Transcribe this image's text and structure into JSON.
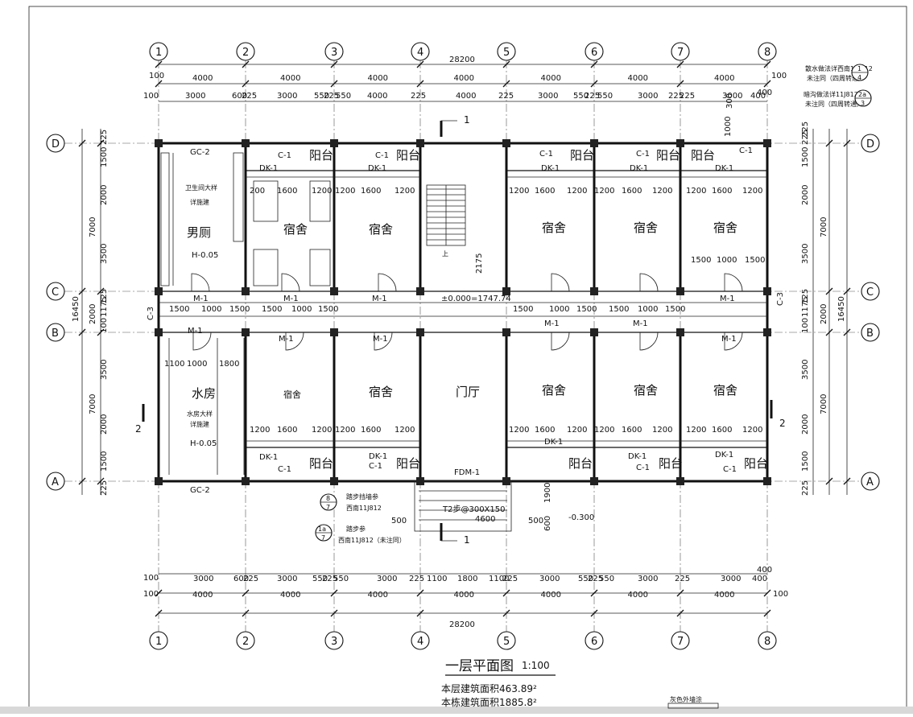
{
  "axes_numbers": [
    "1",
    "2",
    "3",
    "4",
    "5",
    "6",
    "7",
    "8"
  ],
  "axes_letters": [
    "A",
    "B",
    "C",
    "D"
  ],
  "dims": {
    "total": "28200",
    "top_axis": [
      "4000",
      "4000",
      "4000",
      "4000",
      "4000",
      "4000",
      "4000"
    ],
    "top_detail": [
      "3000",
      "600",
      "225",
      "3000",
      "550",
      "225",
      "550",
      "4000",
      "225",
      "4000",
      "225",
      "3000",
      "550",
      "225",
      "550",
      "3000",
      "225",
      "225",
      "3000",
      "400"
    ],
    "edge_100": "100",
    "edge_400": "400",
    "left": [
      "225",
      "1500",
      "2000",
      "3500",
      "125",
      "1175",
      "100",
      "3500",
      "2000",
      "1500",
      "225"
    ],
    "left_group": [
      "7000",
      "2000",
      "7000"
    ],
    "overall_depth": "16450",
    "window_row_top": [
      "200",
      "1600",
      "1200",
      "1200",
      "1600",
      "1200",
      "1200",
      "1600",
      "1200",
      "1200",
      "1600",
      "1200",
      "1200",
      "1600",
      "1200"
    ],
    "window_row_bot": [
      "1200",
      "1600",
      "1200",
      "1200",
      "1600",
      "1200",
      "1200",
      "1600",
      "1200",
      "1200",
      "1600",
      "1200",
      "1200",
      "1600",
      "1200"
    ],
    "corridor": [
      "1500",
      "1000",
      "1500",
      "1500",
      "1000",
      "1500",
      "1500",
      "1000",
      "1500",
      "1500",
      "1000",
      "1500"
    ],
    "room_inner": [
      "1500",
      "1000",
      "1500"
    ],
    "water_room": [
      "1100",
      "1000",
      "1800"
    ],
    "bottom_detail": [
      "3000",
      "600",
      "225",
      "3000",
      "550",
      "225",
      "550",
      "3000",
      "225",
      "1100",
      "1800",
      "1100",
      "225",
      "3000",
      "550",
      "225",
      "550",
      "3000",
      "225",
      "3000",
      "400"
    ],
    "bottom_axis": [
      "4000",
      "4000",
      "4000",
      "4000",
      "4000",
      "4000",
      "4000"
    ],
    "stair_2175": "2175",
    "steps_1900": "1900",
    "steps_600": "600",
    "steps_500": "500",
    "steps_4600": "4600"
  },
  "rooms": {
    "dorm": "宿舍",
    "balcony": "阳台",
    "men_toilet": "男厕",
    "water_room": "水房",
    "lobby": "门厅"
  },
  "labels": {
    "c1": "C-1",
    "c3": "C-3",
    "dk1": "DK-1",
    "m1": "M-1",
    "gc2": "GC-2",
    "fdm1": "FDM-1",
    "h005": "H-0.05",
    "elev0": "±0.000=1747.74",
    "elev_out": "-0.300",
    "section": "1",
    "section2": "2",
    "step_note": "T2步@300X150",
    "toilet_note": "卫生间大样\n详施建",
    "water_note": "水房大样\n详施建",
    "stair_up": "上"
  },
  "notes": {
    "note1_a": "散水做法详西南11J812",
    "note1_b": "未注同（四周转通）",
    "note1_num": "1",
    "note1_den": "4",
    "note2_a": "暗沟做法详11J812",
    "note2_b": "未注同（四周转通）",
    "note2_num": "2a",
    "note2_den": "3",
    "step_a": "踏步挡墙参",
    "step_b": "西南11J812",
    "step_num": "8",
    "step_den": "7",
    "step2_a": "踏步参",
    "step2_b": "西南11J812（未注同）",
    "step2_num": "1a",
    "step2_den": "7",
    "dim_1000": "1000",
    "dim_300": "300",
    "dim_225": "225"
  },
  "title": {
    "main": "一层平面图",
    "scale": "1:100",
    "area1": "本层建筑面积463.89²",
    "area2": "本栋建筑面积1885.8²",
    "legend": "灰色外墙涂"
  }
}
